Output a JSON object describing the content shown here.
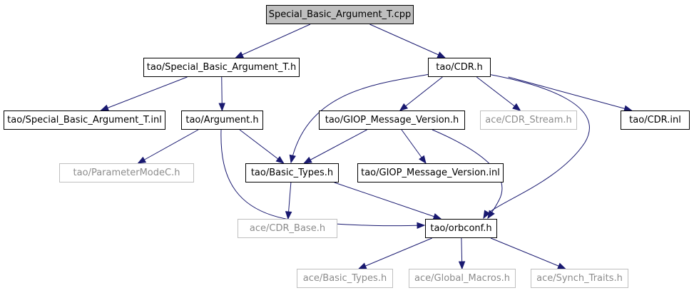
{
  "colors": {
    "edge": "#191970",
    "root_fill": "#bfbfbf",
    "node_border": "#000000",
    "external_border": "#bfbfbf",
    "external_text": "#8c8c8c"
  },
  "nodes": [
    {
      "id": "root",
      "label": "Special_Basic_Argument_T.cpp",
      "kind": "root"
    },
    {
      "id": "sbat_h",
      "label": "tao/Special_Basic_Argument_T.h",
      "kind": "link"
    },
    {
      "id": "cdr_h",
      "label": "tao/CDR.h",
      "kind": "link"
    },
    {
      "id": "sbat_inl",
      "label": "tao/Special_Basic_Argument_T.inl",
      "kind": "link"
    },
    {
      "id": "argument_h",
      "label": "tao/Argument.h",
      "kind": "link"
    },
    {
      "id": "giop_h",
      "label": "tao/GIOP_Message_Version.h",
      "kind": "link"
    },
    {
      "id": "cdr_stream_h",
      "label": "ace/CDR_Stream.h",
      "kind": "external"
    },
    {
      "id": "cdr_inl",
      "label": "tao/CDR.inl",
      "kind": "link"
    },
    {
      "id": "paramode_h",
      "label": "tao/ParameterModeC.h",
      "kind": "external"
    },
    {
      "id": "basic_types_h",
      "label": "tao/Basic_Types.h",
      "kind": "link"
    },
    {
      "id": "giop_inl",
      "label": "tao/GIOP_Message_Version.inl",
      "kind": "link"
    },
    {
      "id": "cdr_base_h",
      "label": "ace/CDR_Base.h",
      "kind": "external"
    },
    {
      "id": "orbconf_h",
      "label": "tao/orbconf.h",
      "kind": "link"
    },
    {
      "id": "ace_basic_types_h",
      "label": "ace/Basic_Types.h",
      "kind": "external"
    },
    {
      "id": "global_macros_h",
      "label": "ace/Global_Macros.h",
      "kind": "external"
    },
    {
      "id": "synch_traits_h",
      "label": "ace/Synch_Traits.h",
      "kind": "external"
    }
  ],
  "edges": [
    [
      "root",
      "sbat_h"
    ],
    [
      "root",
      "cdr_h"
    ],
    [
      "sbat_h",
      "sbat_inl"
    ],
    [
      "sbat_h",
      "argument_h"
    ],
    [
      "cdr_h",
      "basic_types_h"
    ],
    [
      "cdr_h",
      "giop_h"
    ],
    [
      "cdr_h",
      "cdr_stream_h"
    ],
    [
      "cdr_h",
      "cdr_inl"
    ],
    [
      "cdr_h",
      "orbconf_h"
    ],
    [
      "argument_h",
      "paramode_h"
    ],
    [
      "argument_h",
      "basic_types_h"
    ],
    [
      "argument_h",
      "orbconf_h"
    ],
    [
      "giop_h",
      "basic_types_h"
    ],
    [
      "giop_h",
      "giop_inl"
    ],
    [
      "giop_h",
      "orbconf_h"
    ],
    [
      "basic_types_h",
      "cdr_base_h"
    ],
    [
      "basic_types_h",
      "orbconf_h"
    ],
    [
      "orbconf_h",
      "ace_basic_types_h"
    ],
    [
      "orbconf_h",
      "global_macros_h"
    ],
    [
      "orbconf_h",
      "synch_traits_h"
    ]
  ]
}
